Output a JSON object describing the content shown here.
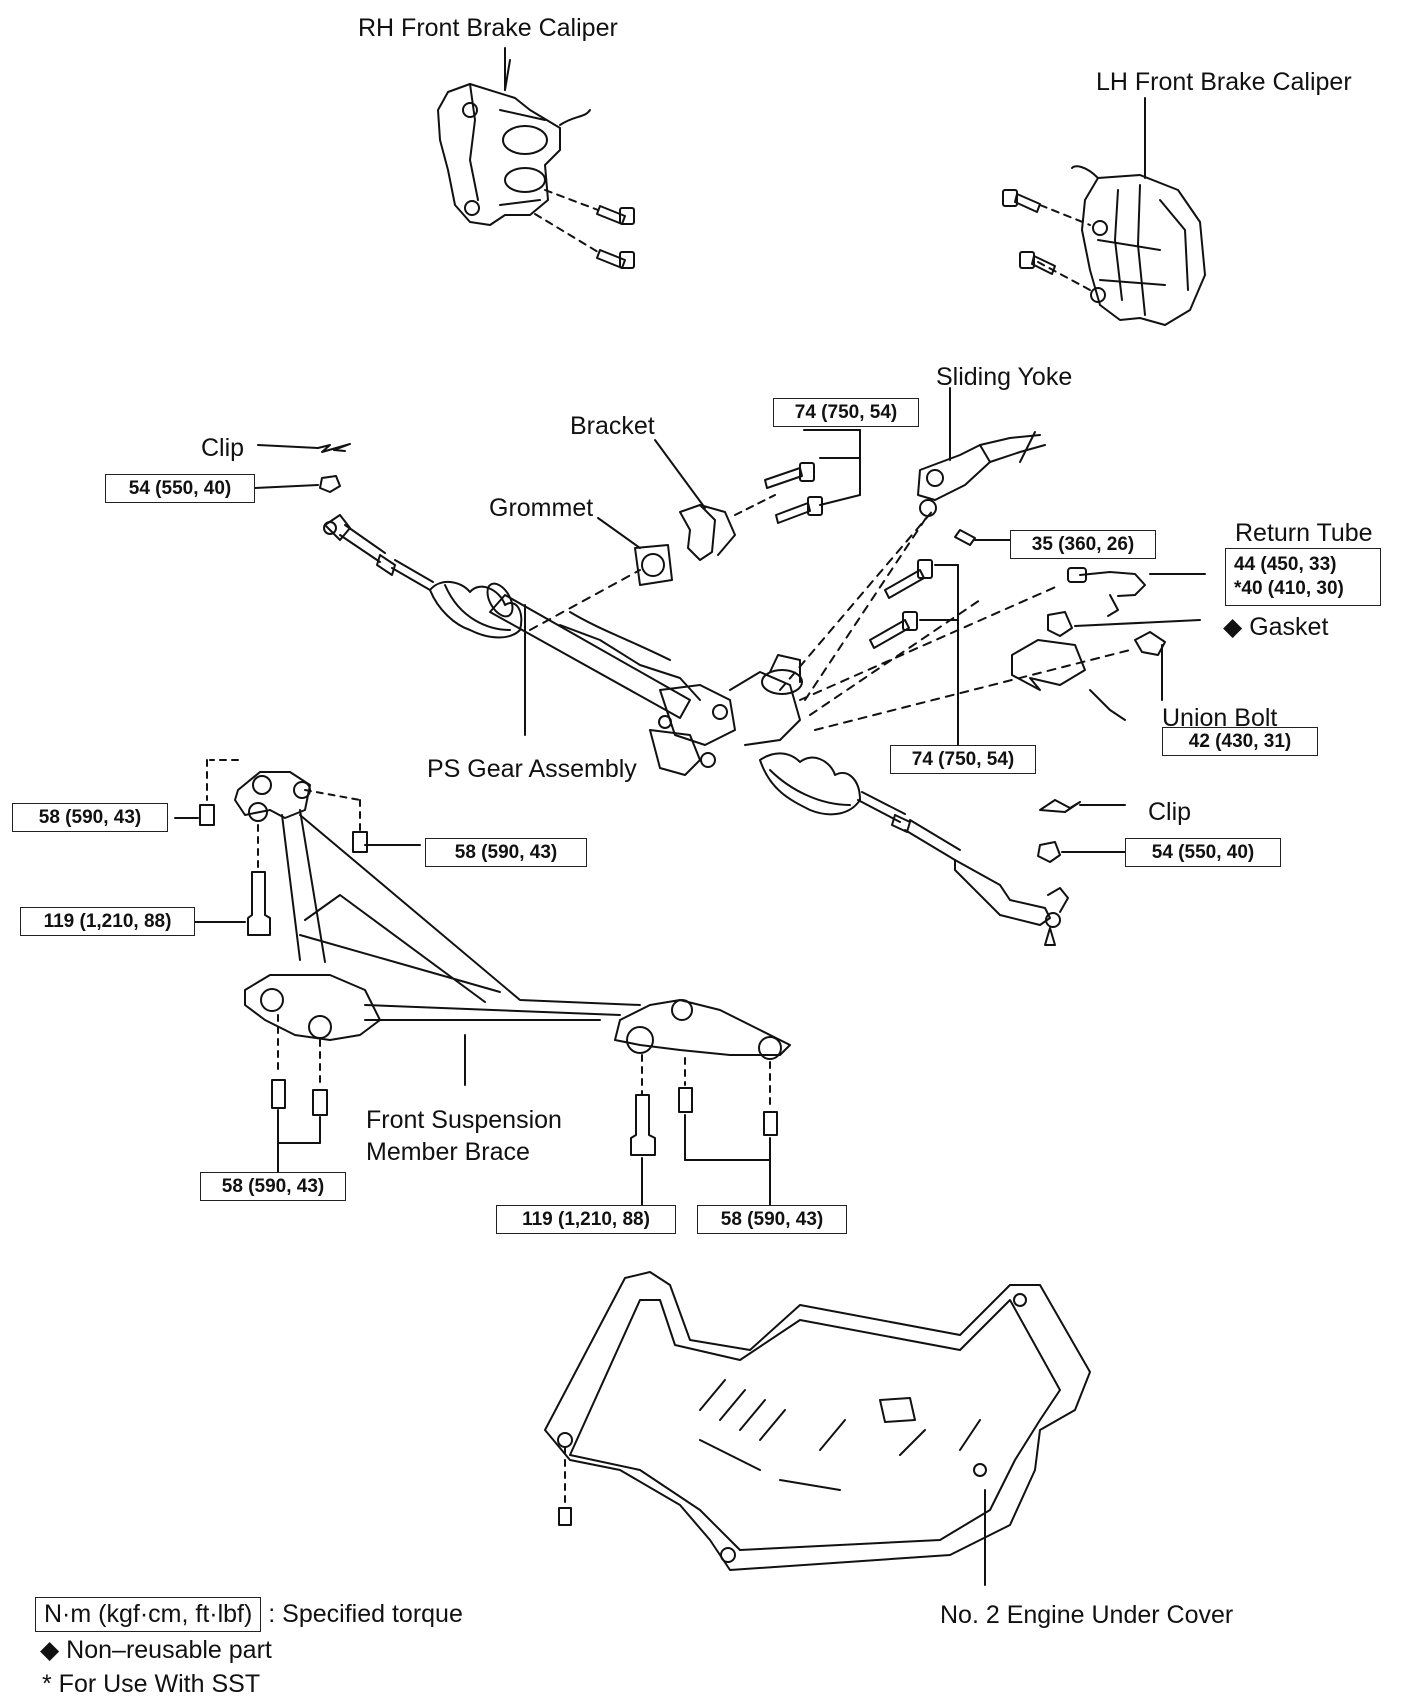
{
  "labels": {
    "rh_caliper": "RH Front Brake Caliper",
    "lh_caliper": "LH Front Brake Caliper",
    "sliding_yoke": "Sliding Yoke",
    "bracket": "Bracket",
    "clip_upper": "Clip",
    "grommet": "Grommet",
    "return_tube": "Return Tube",
    "gasket": "Gasket",
    "gasket_marker": "◆",
    "union_bolt": "Union Bolt",
    "ps_gear": "PS Gear Assembly",
    "clip_lower": "Clip",
    "brace_line1": "Front Suspension",
    "brace_line2": "Member Brace",
    "under_cover": "No. 2 Engine Under Cover"
  },
  "torques": {
    "bracket_bolts": "74 (750, 54)",
    "tie_rod_nut_left": "54 (550, 40)",
    "yoke_bolt": "35 (360, 26)",
    "return_tube_a": "44 (450, 33)",
    "return_tube_b": "*40 (410, 30)",
    "union_bolt": "42 (430, 31)",
    "gear_bolts": "74 (750, 54)",
    "brace_left_a": "58 (590, 43)",
    "brace_left_b": "58 (590, 43)",
    "brace_left_big": "119 (1,210, 88)",
    "tie_rod_nut_right": "54 (550, 40)",
    "brace_bottom_left": "58 (590, 43)",
    "brace_bottom_big": "119 (1,210, 88)",
    "brace_bottom_right": "58 (590, 43)"
  },
  "legend": {
    "torque_unit": "N·m (kgf·cm, ft·lbf)",
    "torque_text": ": Specified torque",
    "nonreusable": "◆ Non–reusable part",
    "sst": "* For Use With SST"
  }
}
